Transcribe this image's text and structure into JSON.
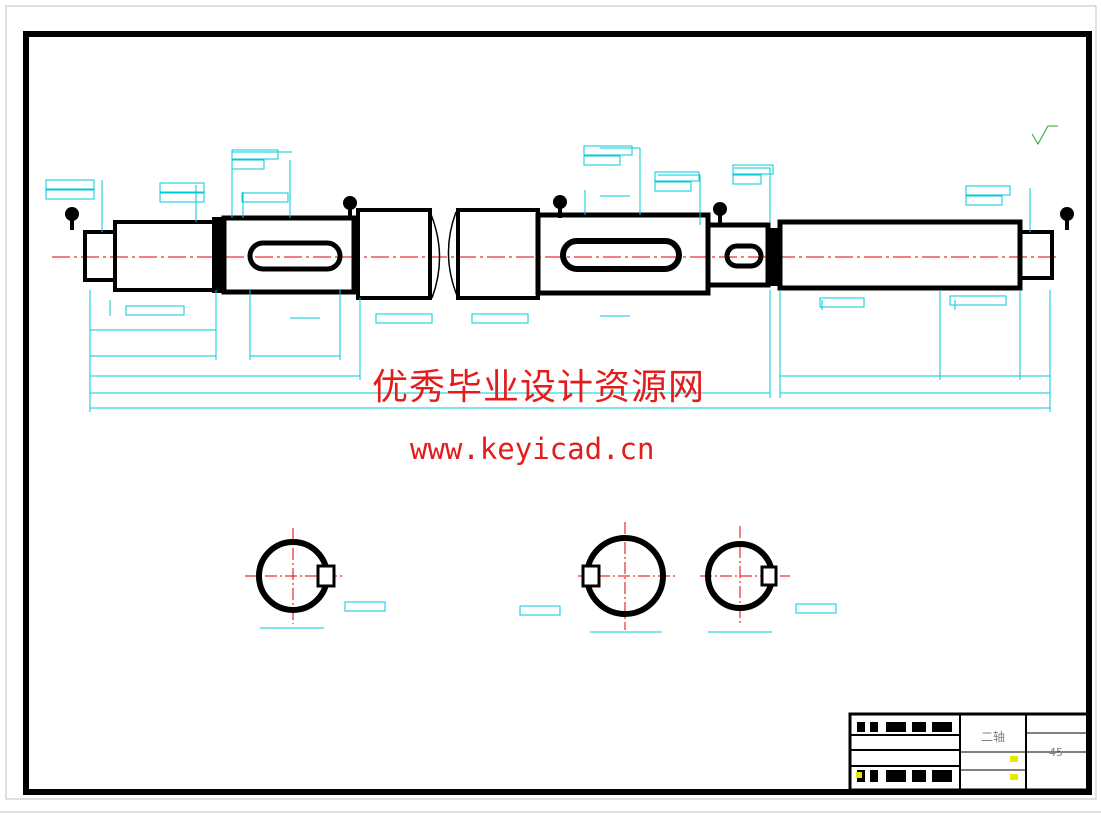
{
  "watermark": {
    "title_cn": "优秀毕业设计资源网",
    "url": "www.keyicad.cn"
  },
  "title_block": {
    "part_name": "二轴",
    "material": "45"
  },
  "colors": {
    "dimension": "#00c8d8",
    "centerline": "#e00000",
    "outline": "#000000",
    "watermark": "#e31c1c",
    "notes": "#1fa81f"
  }
}
